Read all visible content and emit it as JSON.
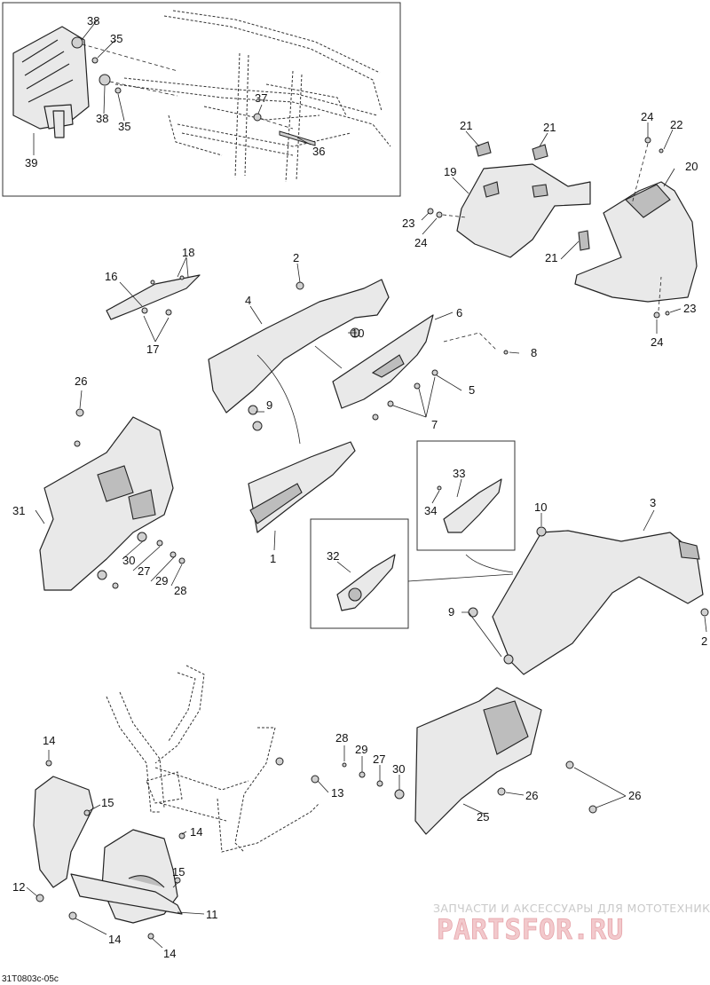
{
  "diagram": {
    "code": "31T0803c-05c",
    "callouts": {
      "c1": "1",
      "c2a": "2",
      "c2b": "2",
      "c3": "3",
      "c4": "4",
      "c5": "5",
      "c6": "6",
      "c7": "7",
      "c8": "8",
      "c9a": "9",
      "c9b": "9",
      "c10a": "10",
      "c10b": "10",
      "c11": "11",
      "c12": "12",
      "c13": "13",
      "c14a": "14",
      "c14b": "14",
      "c14c": "14",
      "c14d": "14",
      "c15a": "15",
      "c15b": "15",
      "c16": "16",
      "c17": "17",
      "c18": "18",
      "c19": "19",
      "c20": "20",
      "c21a": "21",
      "c21b": "21",
      "c21c": "21",
      "c22": "22",
      "c23a": "23",
      "c23b": "23",
      "c24a": "24",
      "c24b": "24",
      "c24c": "24",
      "c25": "25",
      "c26a": "26",
      "c26b": "26",
      "c26c": "26",
      "c27a": "27",
      "c27b": "27",
      "c28a": "28",
      "c28b": "28",
      "c29a": "29",
      "c29b": "29",
      "c30a": "30",
      "c30b": "30",
      "c31": "31",
      "c32": "32",
      "c33": "33",
      "c34": "34",
      "c35a": "35",
      "c35b": "35",
      "c36": "36",
      "c37": "37",
      "c38a": "38",
      "c38b": "38",
      "c39": "39"
    }
  },
  "watermark": {
    "tagline": "ЗАПЧАСТИ И АКСЕССУАРЫ ДЛЯ МОТОТЕХНИКИ",
    "logo": "PARTSFOR.RU"
  },
  "colors": {
    "logo": "#f2c9cc",
    "tagline": "#c9c9c9",
    "line": "#222222"
  }
}
